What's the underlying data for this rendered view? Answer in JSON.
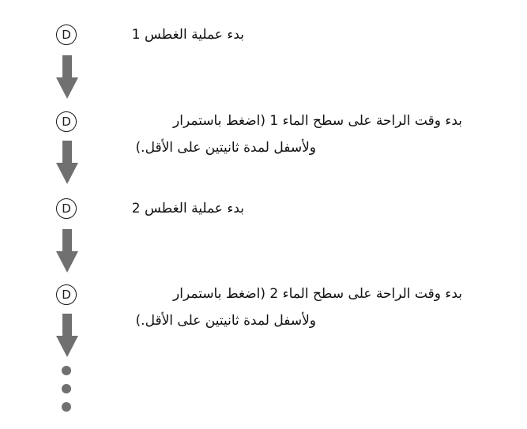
{
  "badge_letter": "D",
  "steps": [
    {
      "text": "بدء عملية الغطس 1"
    },
    {
      "line1": "بدء وقت الراحة على سطح الماء 1 (اضغط باستمرار",
      "line2": "ولأسفل لمدة ثانيتين على الأقل.)"
    },
    {
      "text": "بدء عملية الغطس 2"
    },
    {
      "line1": "بدء وقت الراحة على سطح الماء 2 (اضغط باستمرار",
      "line2": "ولأسفل لمدة ثانيتين على الأقل.)"
    }
  ],
  "colors": {
    "arrow": "#707070",
    "text": "#111111",
    "badge": "#1a1a1a"
  }
}
